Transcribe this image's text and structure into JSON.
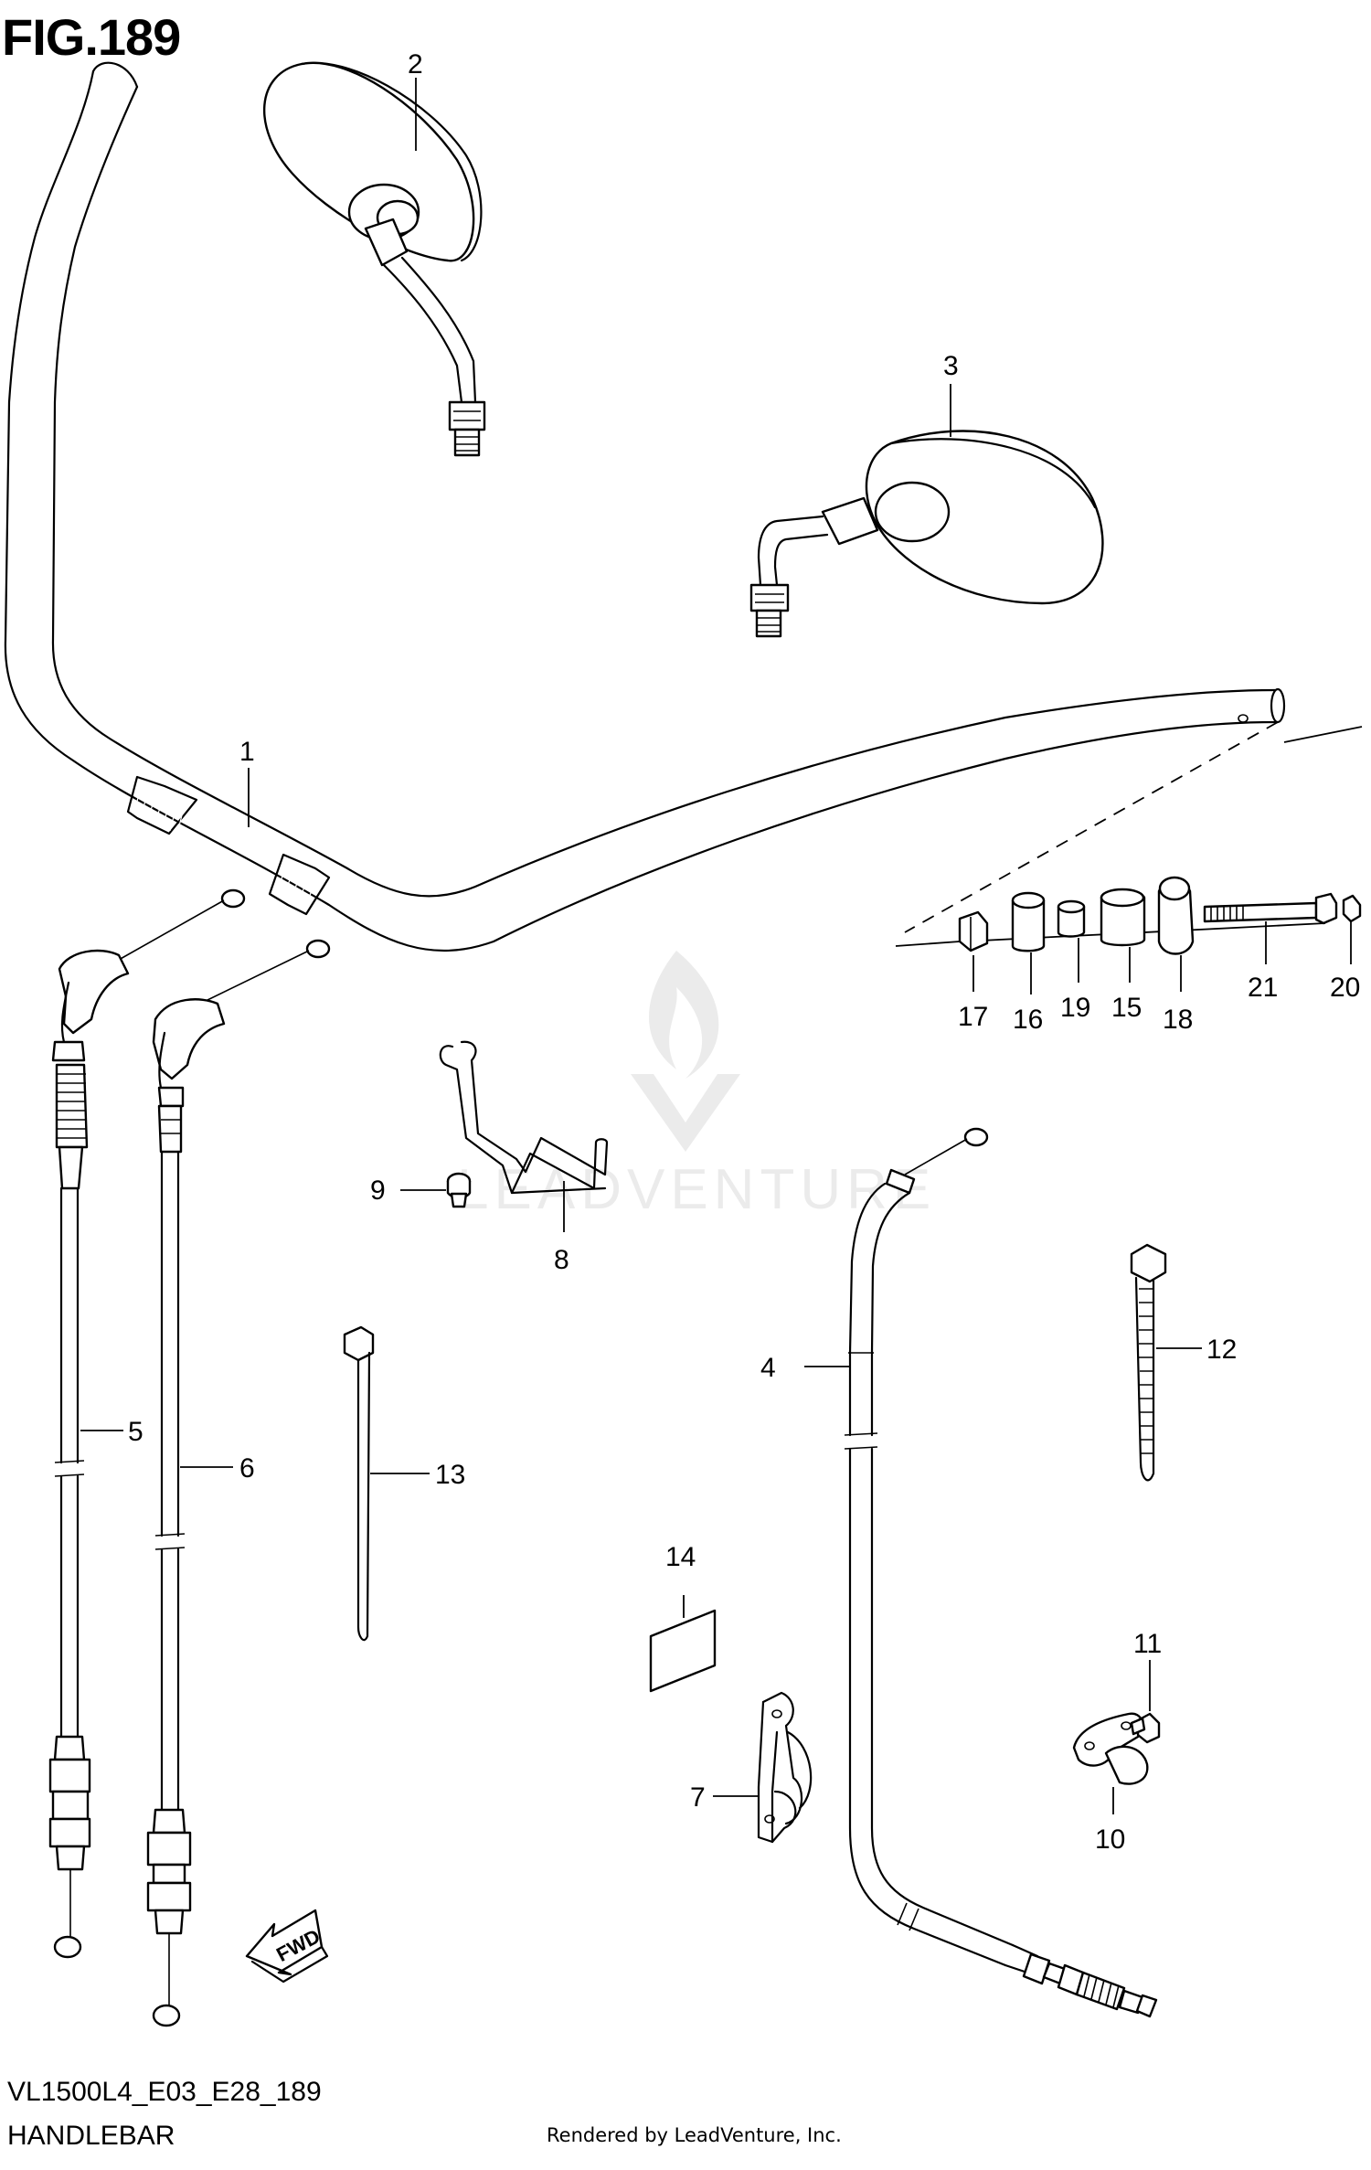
{
  "figure": {
    "title": "FIG.189",
    "model_code": "VL1500L4_E03_E28_189",
    "section_name": "HANDLEBAR",
    "credit": "Rendered by LeadVenture, Inc.",
    "watermark": "LEADVENTURE",
    "fwd_label": "FWD"
  },
  "callouts": [
    {
      "id": "1",
      "label": "1"
    },
    {
      "id": "2",
      "label": "2"
    },
    {
      "id": "3",
      "label": "3"
    },
    {
      "id": "4",
      "label": "4"
    },
    {
      "id": "5",
      "label": "5"
    },
    {
      "id": "6",
      "label": "6"
    },
    {
      "id": "7",
      "label": "7"
    },
    {
      "id": "8",
      "label": "8"
    },
    {
      "id": "9",
      "label": "9"
    },
    {
      "id": "10",
      "label": "10"
    },
    {
      "id": "11",
      "label": "11"
    },
    {
      "id": "12",
      "label": "12"
    },
    {
      "id": "13",
      "label": "13"
    },
    {
      "id": "14",
      "label": "14"
    },
    {
      "id": "15",
      "label": "15"
    },
    {
      "id": "16",
      "label": "16"
    },
    {
      "id": "17",
      "label": "17"
    },
    {
      "id": "18",
      "label": "18"
    },
    {
      "id": "19",
      "label": "19"
    },
    {
      "id": "20",
      "label": "20"
    },
    {
      "id": "21",
      "label": "21"
    }
  ],
  "colors": {
    "ink": "#000000",
    "paper": "#ffffff",
    "watermark": "#e6e6e6"
  }
}
